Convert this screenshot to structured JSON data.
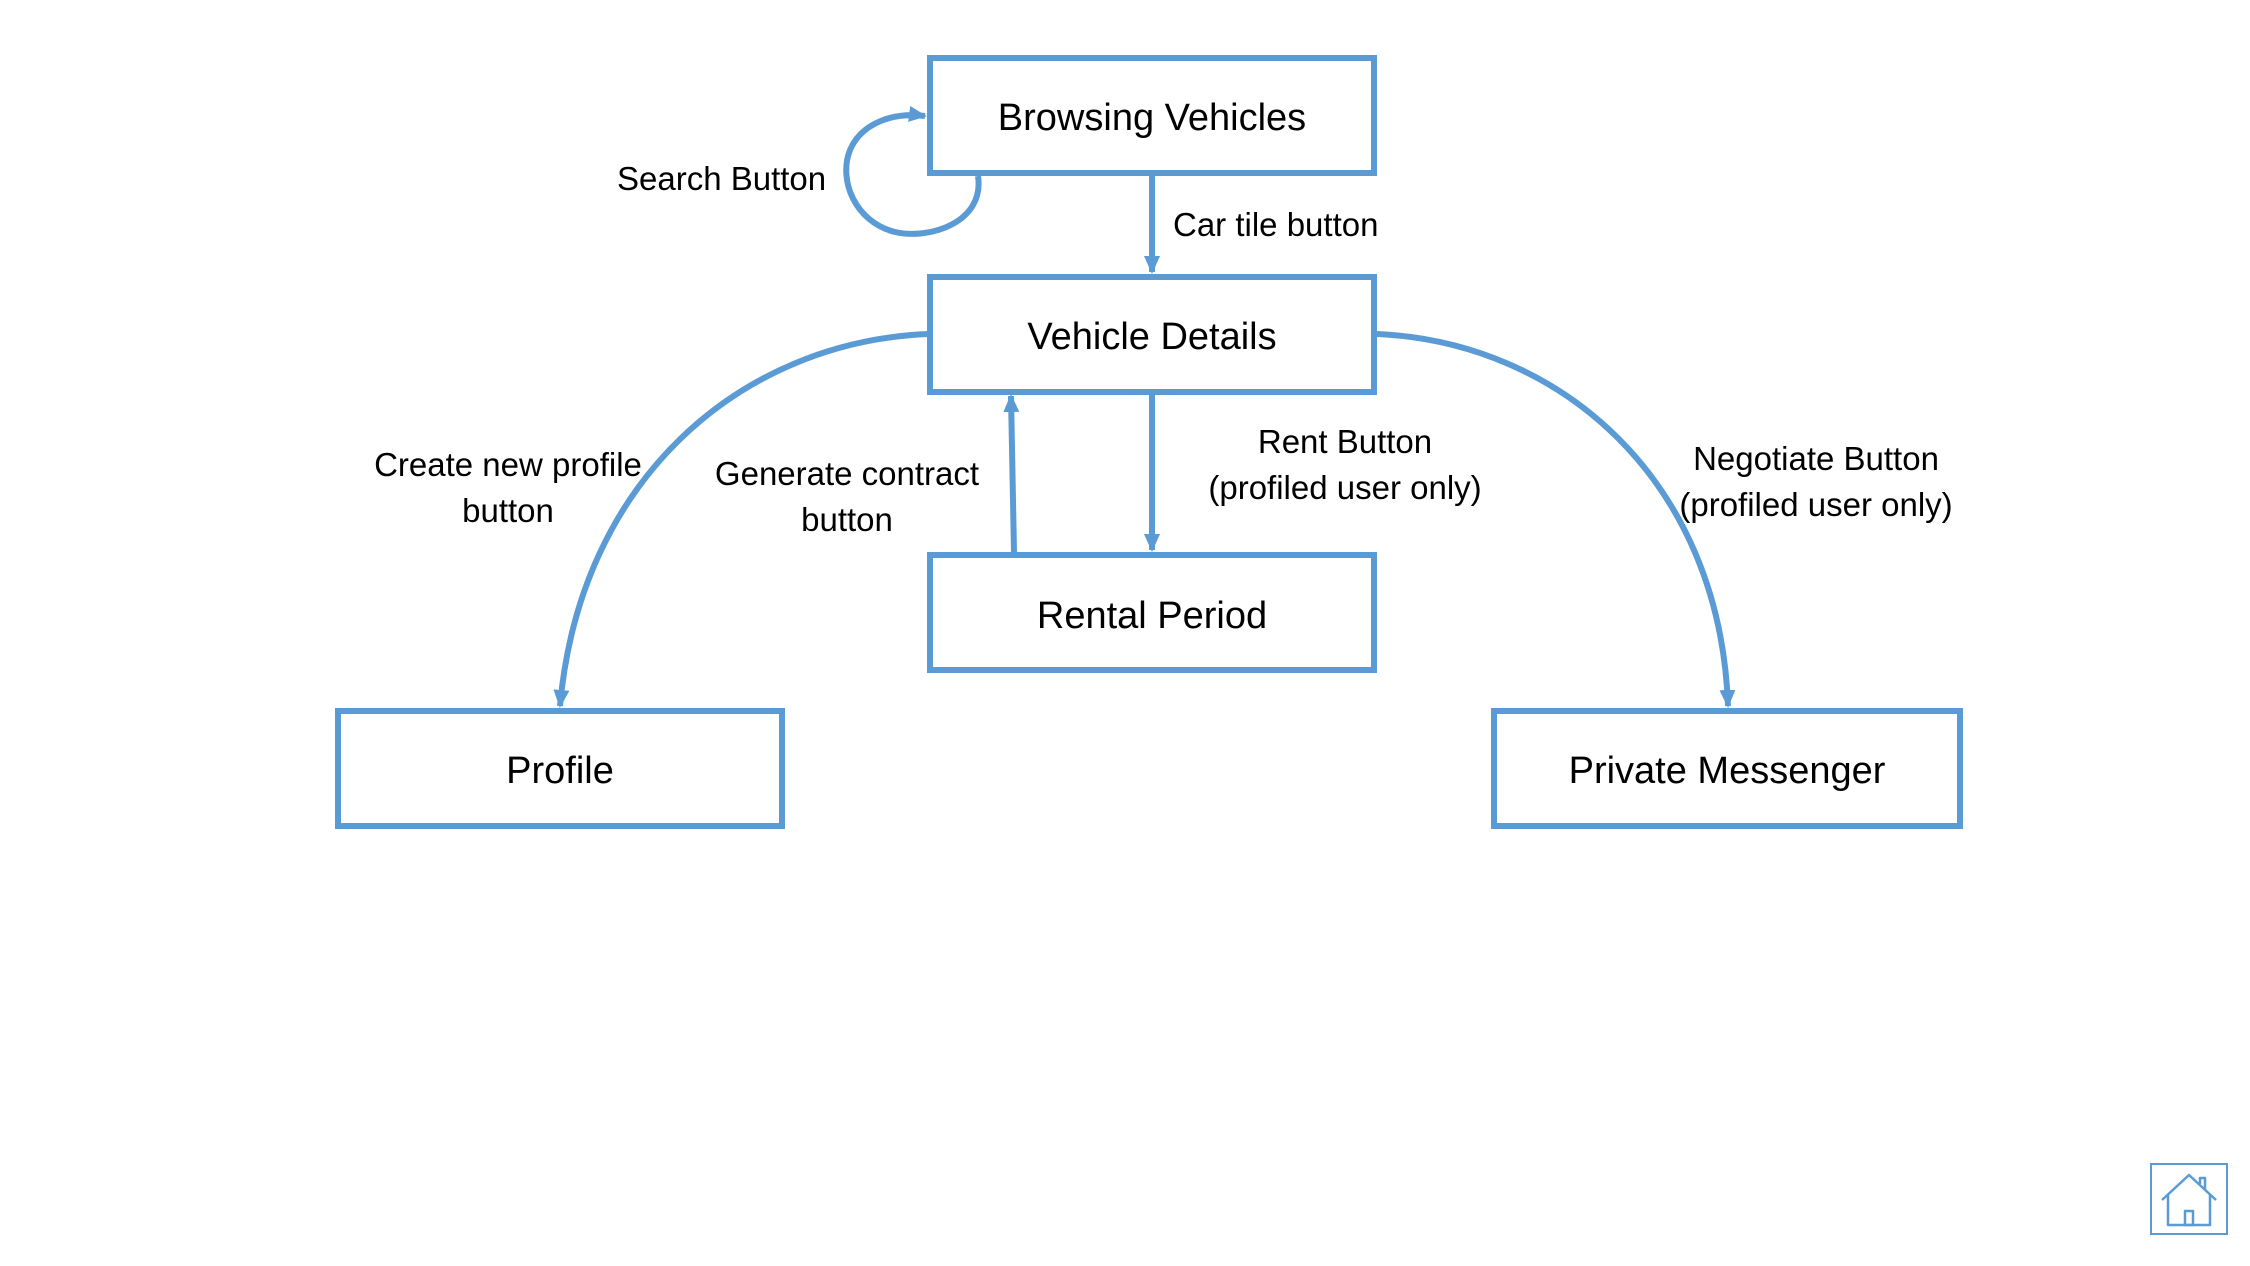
{
  "colors": {
    "stroke": "#5B9BD5",
    "text": "#000000",
    "background": "#FFFFFF"
  },
  "nodes": {
    "browsing_vehicles": "Browsing Vehicles",
    "vehicle_details": "Vehicle Details",
    "rental_period": "Rental Period",
    "profile": "Profile",
    "private_messenger": "Private Messenger"
  },
  "edges": {
    "search_button": "Search Button",
    "car_tile_button": "Car tile button",
    "create_profile_line1": "Create new profile",
    "create_profile_line2": "button",
    "generate_contract_line1": "Generate contract",
    "generate_contract_line2": "button",
    "rent_line1": "Rent Button",
    "rent_line2": "(profiled user only)",
    "negotiate_line1": "Negotiate Button",
    "negotiate_line2": "(profiled user only)"
  },
  "home_button": {
    "icon": "home-icon"
  }
}
